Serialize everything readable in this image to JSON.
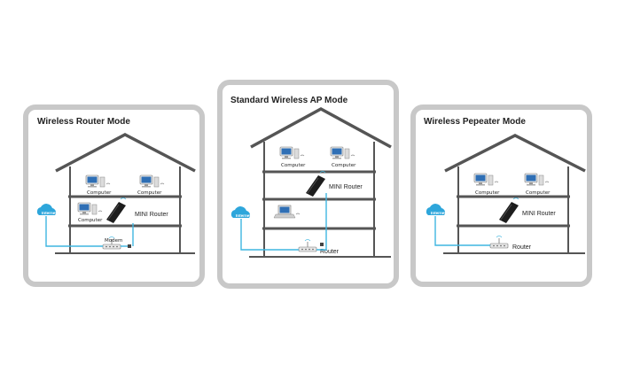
{
  "panels": [
    {
      "title": "Wireless Router Mode",
      "labels": {
        "computer_a": "Computer",
        "computer_b": "Computer",
        "computer_c": "Computer",
        "internet": "Internet",
        "mini_router": "MINI Router",
        "modem": "Modem"
      }
    },
    {
      "title": "Standard Wireless AP Mode",
      "labels": {
        "computer_a": "Computer",
        "computer_b": "Computer",
        "mini_router": "MINI Router",
        "internet": "Internet",
        "router": "Router"
      }
    },
    {
      "title": "Wireless Pepeater Mode",
      "labels": {
        "computer_a": "Computer",
        "computer_b": "Computer",
        "internet": "Internet",
        "mini_router": "MINI Router",
        "router": "Router"
      }
    }
  ],
  "colors": {
    "frame": "#c8c8c8",
    "house": "#555555",
    "cable": "#3fb6e0",
    "cloud": "#2ea6db",
    "screen": "#2f6fb5"
  }
}
